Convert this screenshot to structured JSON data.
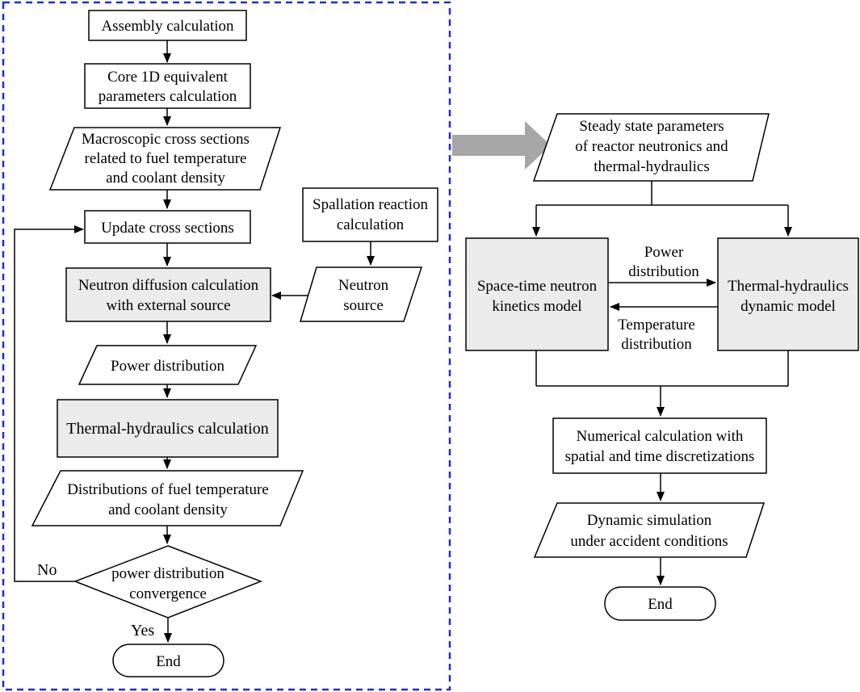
{
  "colors": {
    "frame_border": "#1a2fd6",
    "shaded_fill": "#ebebeb",
    "arrow_fill": "#a6a6a6",
    "stroke": "#000000"
  },
  "left": {
    "assembly": "Assembly calculation",
    "core1d": [
      "Core 1D equivalent",
      "parameters calculation"
    ],
    "macro_xs": [
      "Macroscopic cross sections",
      "related to fuel temperature",
      "and coolant density"
    ],
    "update_xs": "Update cross sections",
    "spallation": [
      "Spallation reaction",
      "calculation"
    ],
    "neutron_source": [
      "Neutron",
      "source"
    ],
    "diffusion": [
      "Neutron diffusion calculation",
      "with external source"
    ],
    "power_dist": "Power distribution",
    "th_calc": "Thermal-hydraulics calculation",
    "distributions": [
      "Distributions of fuel temperature",
      "and coolant density"
    ],
    "convergence": [
      "power distribution",
      "convergence"
    ],
    "no_label": "No",
    "yes_label": "Yes",
    "end": "End"
  },
  "right": {
    "steady": [
      "Steady state parameters",
      "of reactor neutronics and",
      "thermal-hydraulics"
    ],
    "kinetics": [
      "Space-time neutron",
      "kinetics model"
    ],
    "th_dynamic": [
      "Thermal-hydraulics",
      "dynamic model"
    ],
    "power_label": [
      "Power",
      "distribution"
    ],
    "temp_label": [
      "Temperature",
      "distribution"
    ],
    "numerical": [
      "Numerical calculation with",
      "spatial and time discretizations"
    ],
    "dynamic_sim": [
      "Dynamic simulation",
      "under accident conditions"
    ],
    "end": "End"
  }
}
